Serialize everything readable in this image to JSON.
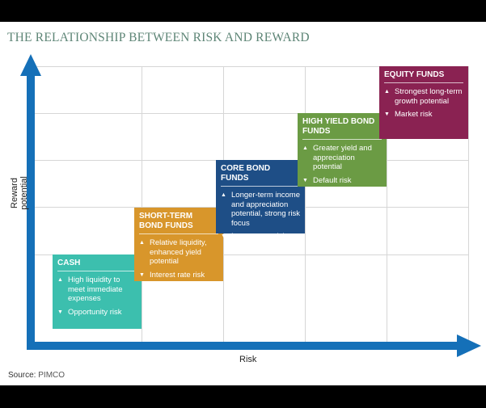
{
  "title": "THE RELATIONSHIP BETWEEN RISK AND REWARD",
  "y_axis_label": "Reward potential",
  "x_axis_label": "Risk",
  "source_label": "Source:",
  "source_value": "PIMCO",
  "colors": {
    "axis": "#1570b8",
    "cash": "#3cbfae",
    "short_term": "#d8962b",
    "core": "#1e4e86",
    "high_yield": "#6b9b44",
    "equity": "#8a2252"
  },
  "funds": [
    {
      "name": "CASH",
      "up": "High liquidity to meet immediate expenses",
      "down": "Opportunity risk"
    },
    {
      "name": "SHORT-TERM BOND FUNDS",
      "up": "Relative liquidity, enhanced yield potential",
      "down": "Interest rate risk"
    },
    {
      "name": "CORE BOND FUNDS",
      "up": "Longer-term income and appreciation potential, strong risk focus",
      "down": "Interest rate risk"
    },
    {
      "name": "HIGH YIELD BOND FUNDS",
      "up": "Greater yield and appreciation potential",
      "down": "Default risk"
    },
    {
      "name": "EQUITY FUNDS",
      "up": "Strongest long-term growth potential",
      "down": "Market risk"
    }
  ]
}
